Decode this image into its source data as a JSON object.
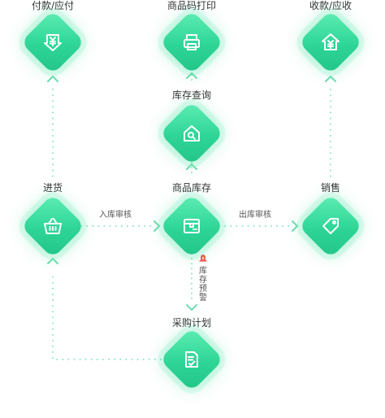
{
  "nodes": {
    "payment": {
      "label": "付款/应付",
      "icon": "yuan-down-icon"
    },
    "barcode_print": {
      "label": "商品码打印",
      "icon": "printer-icon"
    },
    "collection": {
      "label": "收款/应收",
      "icon": "yuan-up-icon"
    },
    "stock_query": {
      "label": "库存查询",
      "icon": "house-search-icon"
    },
    "purchase": {
      "label": "进货",
      "icon": "basket-icon"
    },
    "inventory": {
      "label": "商品库存",
      "icon": "box-icon"
    },
    "sales": {
      "label": "销售",
      "icon": "price-tag-icon"
    },
    "purchase_plan": {
      "label": "采购计划",
      "icon": "checklist-icon"
    }
  },
  "edges": {
    "inbound_review": "入库审核",
    "outbound_review": "出库审核",
    "stock_warning": "库存预警"
  },
  "colors": {
    "accent": "#2ed597",
    "accent_light": "#5feeb5",
    "connector": "#8fe6c2",
    "alarm": "#f05a4a"
  }
}
